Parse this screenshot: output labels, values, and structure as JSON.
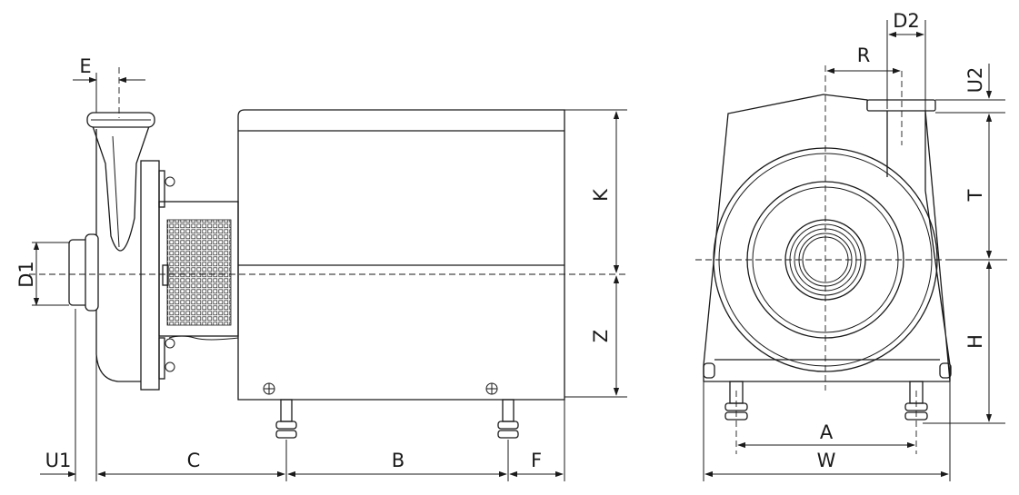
{
  "labels": {
    "E": "E",
    "D1": "D1",
    "K": "K",
    "Z": "Z",
    "U1": "U1",
    "C": "C",
    "B": "B",
    "F": "F",
    "R": "R",
    "D2": "D2",
    "U2": "U2",
    "T": "T",
    "H": "H",
    "A": "A",
    "W": "W"
  }
}
